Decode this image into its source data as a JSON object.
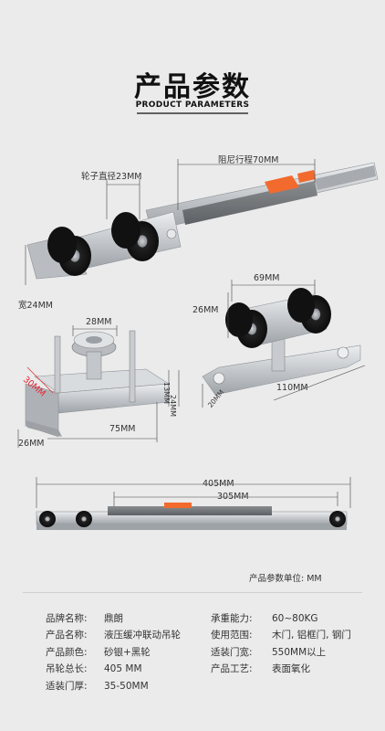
{
  "header": {
    "title_cn": "产品参数",
    "title_en": "PRODUCT PARAMETERS"
  },
  "dimensions": {
    "damping_stroke": "阻尼行程70MM",
    "wheel_diameter": "轮子直径23MM",
    "width_24": "宽24MM",
    "w_69": "69MM",
    "h_26_right": "26MM",
    "w_28": "28MM",
    "w_30_red": "30MM",
    "h_24": "24MM",
    "h_13": "13MM",
    "w_110": "110MM",
    "w_20": "20MM",
    "w_75": "75MM",
    "h_26_left": "26MM",
    "total_405": "405MM",
    "track_305": "305MM"
  },
  "unit_note": "产品参数单位: MM",
  "specs": {
    "left": [
      {
        "k": "品牌名称:",
        "v": "鼎朗"
      },
      {
        "k": "产品名称:",
        "v": "液压缓冲联动吊轮"
      },
      {
        "k": "产品颜色:",
        "v": "砂银+黑轮"
      },
      {
        "k": "吊轮总长:",
        "v": "405 MM"
      },
      {
        "k": "适装门厚:",
        "v": "35-50MM"
      }
    ],
    "right": [
      {
        "k": "承重能力:",
        "v": "60~80KG"
      },
      {
        "k": "使用范围:",
        "v": "木门, 铝框门, 钢门"
      },
      {
        "k": "适装门宽:",
        "v": "550MM以上"
      },
      {
        "k": "产品工艺:",
        "v": "表面氧化"
      }
    ]
  },
  "colors": {
    "background": "#ebebeb",
    "accent_orange": "#f26a2e",
    "red_dim": "#e23333",
    "metal": "#c9ccd0",
    "wheel": "#1c1c1c"
  }
}
